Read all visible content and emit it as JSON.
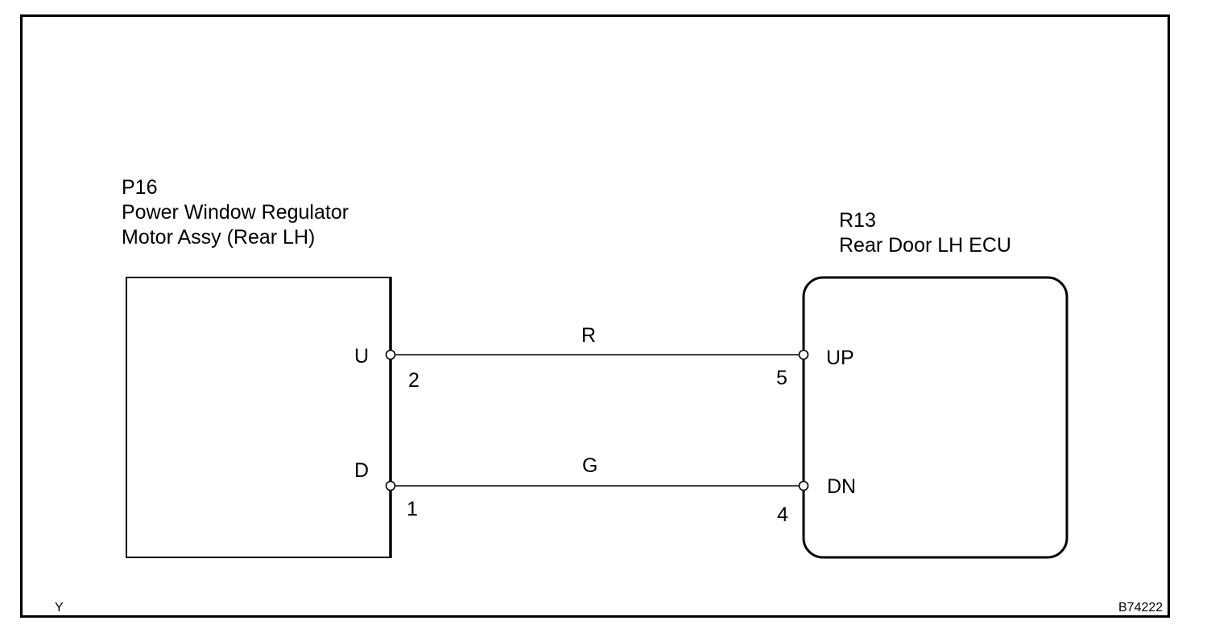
{
  "left_component": {
    "code": "P16",
    "name_line1": "Power Window Regulator",
    "name_line2": "Motor Assy (Rear LH)",
    "terminals": [
      {
        "name": "U",
        "pin": "2"
      },
      {
        "name": "D",
        "pin": "1"
      }
    ]
  },
  "right_component": {
    "code": "R13",
    "name_line1": "Rear Door LH ECU",
    "terminals": [
      {
        "name": "UP",
        "pin": "5"
      },
      {
        "name": "DN",
        "pin": "4"
      }
    ]
  },
  "wires": [
    {
      "color_code": "R",
      "from": "U",
      "to": "UP"
    },
    {
      "color_code": "G",
      "from": "D",
      "to": "DN"
    }
  ],
  "footer": {
    "left_mark": "Y",
    "figure_id": "B74222"
  }
}
